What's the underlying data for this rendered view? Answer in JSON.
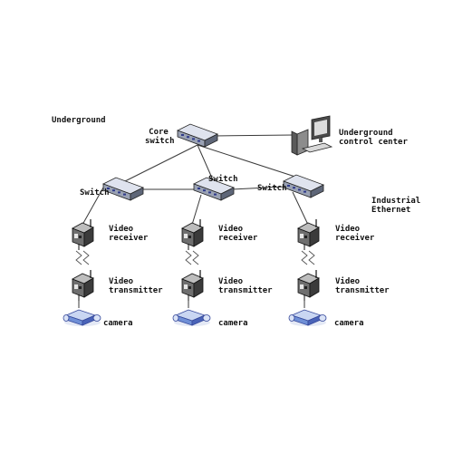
{
  "colors": {
    "line": "#3a3a3a",
    "switch_light": "#dfe3ee",
    "switch_dark": "#5e6678",
    "device_dark": "#3b3b3b",
    "device_mid": "#6f6f6f",
    "device_light": "#bdbdbd",
    "camera_blue": "#6f8fd6",
    "camera_light": "#c9d6f2"
  },
  "labels": {
    "underground": "Underground",
    "core_switch": "Core\nswitch",
    "control_center": "Underground\ncontrol center",
    "industrial_ethernet": "Industrial\nEthernet"
  },
  "branches": [
    {
      "switch_label": "Switch",
      "receiver_label": "Video\nreceiver",
      "transmitter_label": "Video\ntransmitter",
      "camera_label": "camera"
    },
    {
      "switch_label": "Switch",
      "receiver_label": "Video\nreceiver",
      "transmitter_label": "Video\ntransmitter",
      "camera_label": "camera"
    },
    {
      "switch_label": "Switch",
      "receiver_label": "Video\nreceiver",
      "transmitter_label": "Video\ntransmitter",
      "camera_label": "camera"
    }
  ],
  "icons": {
    "core_switch": "network-switch-icon",
    "computer": "desktop-computer-icon",
    "switch": "network-switch-icon",
    "receiver": "video-receiver-icon",
    "wireless": "wireless-link-icon",
    "transmitter": "video-transmitter-icon",
    "camera": "camera-icon"
  }
}
